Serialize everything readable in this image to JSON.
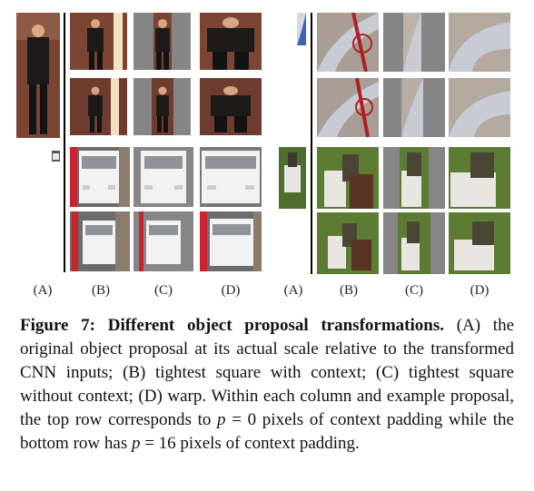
{
  "figure": {
    "column_labels": [
      "(A)",
      "(B)",
      "(C)",
      "(D)",
      "(A)",
      "(B)",
      "(C)",
      "(D)"
    ],
    "caption": {
      "label": "Figure 7:",
      "title": "Different object proposal transformations.",
      "text_1": "(A) the original object proposal at its actual scale relative to the transformed CNN inputs; (B) tightest square with context; (C) tightest square without context; (D) warp.  Within each column and example proposal, the top row corresponds to ",
      "var_1": "p",
      "text_2": " = 0 pixels of context padding while the bottom row has ",
      "var_2": "p",
      "text_3": " = 16 pixels of context padding."
    }
  }
}
